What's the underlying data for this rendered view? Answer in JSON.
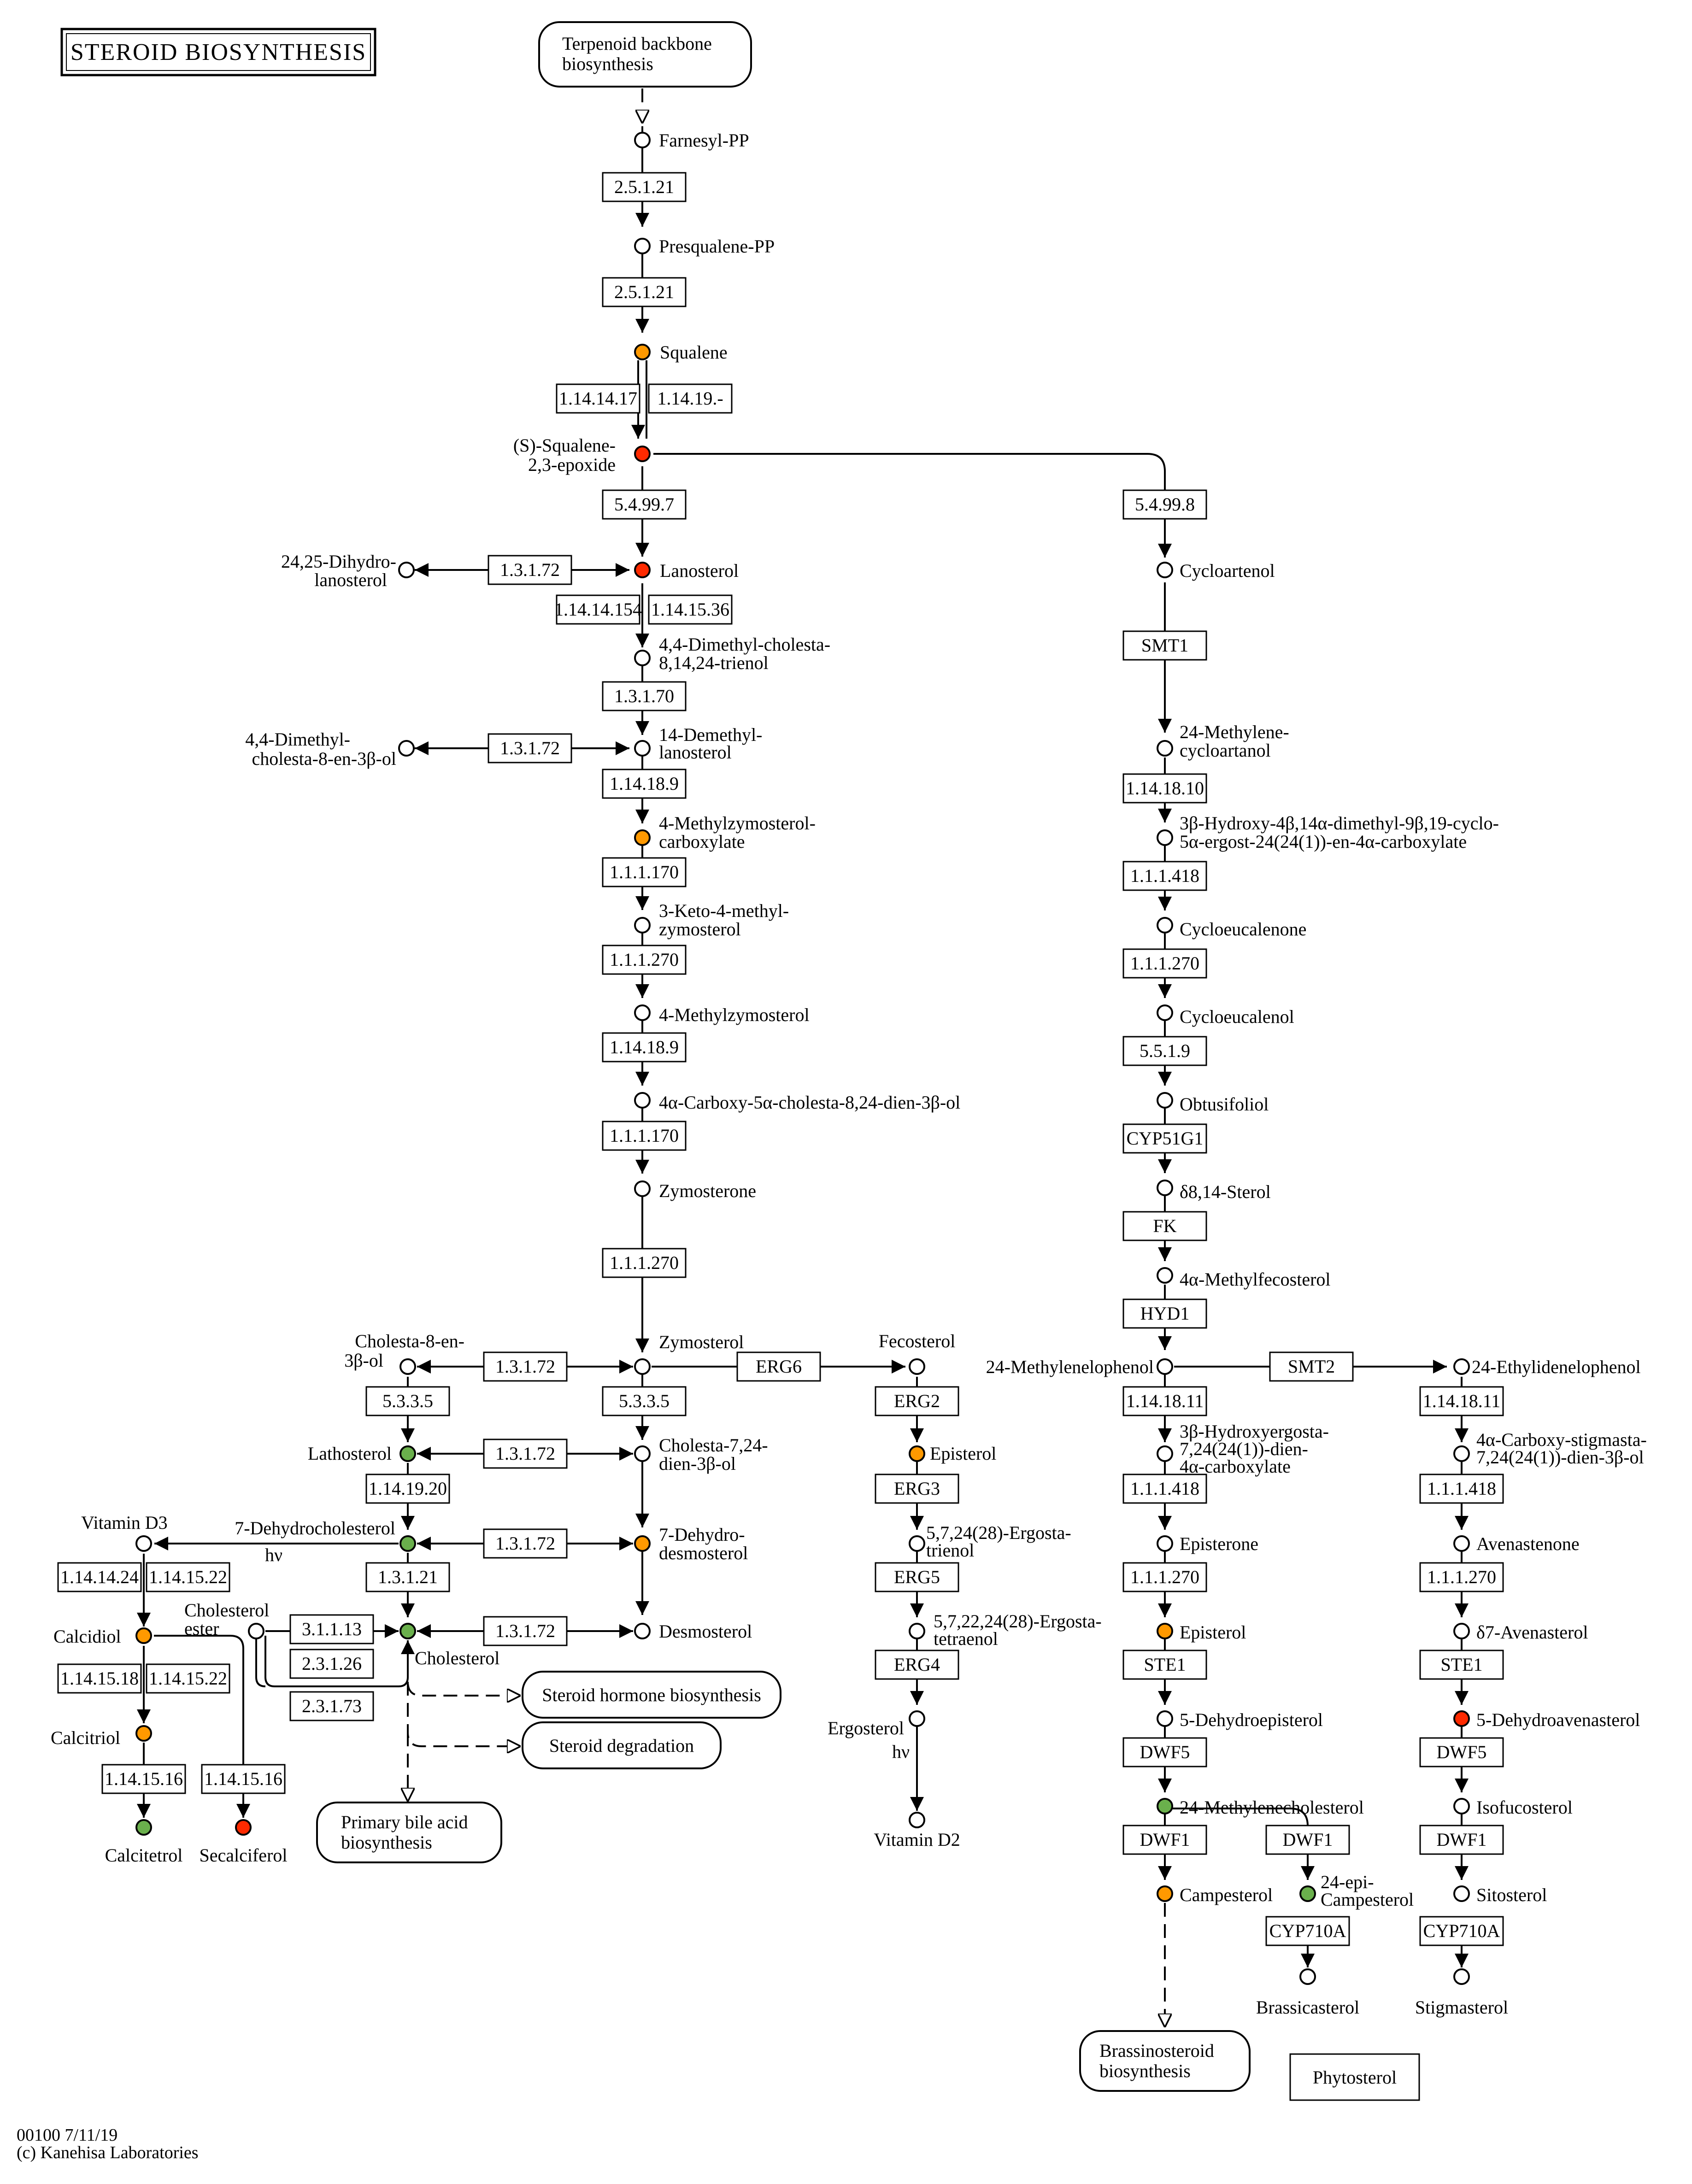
{
  "title": "STEROID BIOSYNTHESIS",
  "footer": {
    "line1": "00100 7/11/19",
    "line2": "(c) Kanehisa Laboratories"
  },
  "colors": {
    "white": "#ffffff",
    "orange": "#ff9900",
    "red": "#ff2a00",
    "green": "#6ab04c",
    "line": "#000000"
  },
  "compounds": {
    "farnesyl_pp": {
      "label": "Farnesyl-PP",
      "color": "white"
    },
    "presqualene_pp": {
      "label": "Presqualene-PP",
      "color": "white"
    },
    "squalene": {
      "label": "Squalene",
      "color": "orange"
    },
    "squalene_epoxide": {
      "line1": "(S)-Squalene-",
      "line2": "2,3-epoxide",
      "color": "red"
    },
    "lanosterol": {
      "label": "Lanosterol",
      "color": "red"
    },
    "dihydrolanosterol": {
      "line1": "24,25-Dihydro-",
      "line2": "lanosterol",
      "color": "white"
    },
    "dimethyl_cholesta_trienol": {
      "line1": "4,4-Dimethyl-cholesta-",
      "line2": "8,14,24-trienol",
      "color": "white"
    },
    "demethyl_lanosterol": {
      "line1": "14-Demethyl-",
      "line2": "lanosterol",
      "color": "white"
    },
    "dimethyl_cholesta_enol": {
      "line1": "4,4-Dimethyl-",
      "line2": "cholesta-8-en-3β-ol",
      "color": "white"
    },
    "methylzymosterol_carboxylate": {
      "line1": "4-Methylzymosterol-",
      "line2": "carboxylate",
      "color": "orange"
    },
    "keto_methyl_zymosterol": {
      "line1": "3-Keto-4-methyl-",
      "line2": "zymosterol",
      "color": "white"
    },
    "methylzymosterol": {
      "label": "4-Methylzymosterol",
      "color": "white"
    },
    "carboxy_cholesta_dienol": {
      "label": "4α-Carboxy-5α-cholesta-8,24-dien-3β-ol",
      "color": "white"
    },
    "zymosterone": {
      "label": "Zymosterone",
      "color": "white"
    },
    "zymosterol": {
      "label": "Zymosterol",
      "color": "white"
    },
    "cholesta_8_en_ol": {
      "line1": "Cholesta-8-en-",
      "line2": "3β-ol",
      "color": "white"
    },
    "lathosterol": {
      "label": "Lathosterol",
      "color": "green"
    },
    "cholesta_7_24_dienol": {
      "line1": "Cholesta-7,24-",
      "line2": "dien-3β-ol",
      "color": "white"
    },
    "dehydrocholesterol": {
      "label": "7-Dehydrocholesterol",
      "color": "green"
    },
    "dehydrodesmosterol": {
      "line1": "7-Dehydro-",
      "line2": "desmosterol",
      "color": "orange"
    },
    "vitamin_d3": {
      "label": "Vitamin D3",
      "color": "white"
    },
    "cholesterol_ester": {
      "line1": "Cholesterol",
      "line2": "ester",
      "color": "white"
    },
    "cholesterol": {
      "label": "Cholesterol",
      "color": "green"
    },
    "desmosterol": {
      "label": "Desmosterol",
      "color": "white"
    },
    "calcidiol": {
      "label": "Calcidiol",
      "color": "orange"
    },
    "calcitriol": {
      "label": "Calcitriol",
      "color": "orange"
    },
    "calcitetrol": {
      "label": "Calcitetrol",
      "color": "green"
    },
    "secalciferol": {
      "label": "Secalciferol",
      "color": "red"
    },
    "fecosterol": {
      "label": "Fecosterol",
      "color": "white"
    },
    "episterol_left": {
      "label": "Episterol",
      "color": "orange"
    },
    "ergostatrienol": {
      "line1": "5,7,24(28)-Ergosta-",
      "line2": "trienol",
      "color": "white"
    },
    "ergostatetraenol": {
      "line1": "5,7,22,24(28)-Ergosta-",
      "line2": "tetraenol",
      "color": "white"
    },
    "ergosterol": {
      "label": "Ergosterol",
      "color": "white"
    },
    "vitamin_d2": {
      "label": "Vitamin D2",
      "color": "white"
    },
    "cycloartenol": {
      "label": "Cycloartenol",
      "color": "white"
    },
    "methylene_cycloartanol": {
      "line1": "24-Methylene-",
      "line2": "cycloartanol",
      "color": "white"
    },
    "hydroxy_dimethyl_cyclo": {
      "line1": "3β-Hydroxy-4β,14α-dimethyl-9β,19-cyclo-",
      "line2": "5α-ergost-24(24(1))-en-4α-carboxylate",
      "color": "white"
    },
    "cycloeucalenone": {
      "label": "Cycloeucalenone",
      "color": "white"
    },
    "cycloeucalenol": {
      "label": "Cycloeucalenol",
      "color": "white"
    },
    "obtusifoliol": {
      "label": "Obtusifoliol",
      "color": "white"
    },
    "sterol_8_14": {
      "label": "δ8,14-Sterol",
      "color": "white"
    },
    "methylfecosterol": {
      "label": "4α-Methylfecosterol",
      "color": "white"
    },
    "methylenelophenol": {
      "label": "24-Methylenelophenol",
      "color": "white"
    },
    "ethylidenelophenol": {
      "label": "24-Ethylidenelophenol",
      "color": "white"
    },
    "hydroxyergosta": {
      "line1": "3β-Hydroxyergosta-",
      "line2": "7,24(24(1))-dien-",
      "line3": "4α-carboxylate",
      "color": "white"
    },
    "carboxy_stigmasta": {
      "line1": "4α-Carboxy-stigmasta-",
      "line2": "7,24(24(1))-dien-3β-ol",
      "color": "white"
    },
    "episterone": {
      "label": "Episterone",
      "color": "white"
    },
    "avenastenone": {
      "label": "Avenastenone",
      "color": "white"
    },
    "episterol_right": {
      "label": "Episterol",
      "color": "orange"
    },
    "avenasterol": {
      "label": "δ7-Avenasterol",
      "color": "white"
    },
    "dehydroepisterol": {
      "label": "5-Dehydroepisterol",
      "color": "white"
    },
    "dehydroavenasterol": {
      "label": "5-Dehydroavenasterol",
      "color": "red"
    },
    "methylenecholesterol": {
      "label": "24-Methylenecholesterol",
      "color": "green"
    },
    "isofucosterol": {
      "label": "Isofucosterol",
      "color": "white"
    },
    "campesterol": {
      "label": "Campesterol",
      "color": "orange"
    },
    "epi_campesterol": {
      "line1": "24-epi-",
      "line2": "Campesterol",
      "color": "green"
    },
    "sitosterol": {
      "label": "Sitosterol",
      "color": "white"
    },
    "brassicasterol": {
      "label": "Brassicasterol",
      "color": "white"
    },
    "stigmasterol": {
      "label": "Stigmasterol",
      "color": "white"
    }
  },
  "enzymes": {
    "e_25121a": "2.5.1.21",
    "e_25121b": "2.5.1.21",
    "e_1141417": "1.14.14.17",
    "e_11419": "1.14.19.-",
    "e_54997": "5.4.99.7",
    "e_54998": "5.4.99.8",
    "e_13172a": "1.3.1.72",
    "e_11414154": "1.14.14.154",
    "e_1141536": "1.14.15.36",
    "e_13170": "1.3.1.70",
    "e_13172b": "1.3.1.72",
    "e_114189a": "1.14.18.9",
    "e_111170a": "1.1.1.170",
    "e_111270a": "1.1.1.270",
    "e_114189b": "1.14.18.9",
    "e_111170b": "1.1.1.170",
    "e_111270b": "1.1.1.270",
    "e_smt1": "SMT1",
    "e_1141810": "1.14.18.10",
    "e_111418a": "1.1.1.418",
    "e_111270c": "1.1.1.270",
    "e_5519": "5.5.1.9",
    "e_cyp51g1": "CYP51G1",
    "e_fk": "FK",
    "e_hyd1": "HYD1",
    "e_13172c": "1.3.1.72",
    "e_erg6": "ERG6",
    "e_smt2": "SMT2",
    "e_5335a": "5.3.3.5",
    "e_5335b": "5.3.3.5",
    "e_13172d": "1.3.1.72",
    "e_1141920": "1.14.19.20",
    "e_13172e": "1.3.1.72",
    "e_13121": "1.3.1.21",
    "e_13172f": "1.3.1.72",
    "e_311113": "3.1.1.13",
    "e_23126": "2.3.1.26",
    "e_23173": "2.3.1.73",
    "e_1141424": "1.14.14.24",
    "e_1141522a": "1.14.15.22",
    "e_1141518": "1.14.15.18",
    "e_1141522b": "1.14.15.22",
    "e_1141516a": "1.14.15.16",
    "e_1141516b": "1.14.15.16",
    "e_erg2": "ERG2",
    "e_erg3": "ERG3",
    "e_erg5": "ERG5",
    "e_erg4": "ERG4",
    "e_1141811a": "1.14.18.11",
    "e_1141811b": "1.14.18.11",
    "e_111418b": "1.1.1.418",
    "e_111418c": "1.1.1.418",
    "e_111270d": "1.1.1.270",
    "e_111270e": "1.1.1.270",
    "e_ste1a": "STE1",
    "e_ste1b": "STE1",
    "e_dwf5a": "DWF5",
    "e_dwf5b": "DWF5",
    "e_dwf1a": "DWF1",
    "e_dwf1b": "DWF1",
    "e_dwf1c": "DWF1",
    "e_cyp710a_a": "CYP710A",
    "e_cyp710a_b": "CYP710A"
  },
  "pathways": {
    "terpenoid": {
      "line1": "Terpenoid backbone",
      "line2": "biosynthesis"
    },
    "steroid_hormone": {
      "label": "Steroid hormone biosynthesis"
    },
    "steroid_degradation": {
      "label": "Steroid degradation"
    },
    "bile_acid": {
      "line1": "Primary bile acid",
      "line2": "biosynthesis"
    },
    "brassinosteroid": {
      "line1": "Brassinosteroid",
      "line2": "biosynthesis"
    }
  },
  "phytosterol_label": "Phytosterol",
  "hv_label": "hν"
}
